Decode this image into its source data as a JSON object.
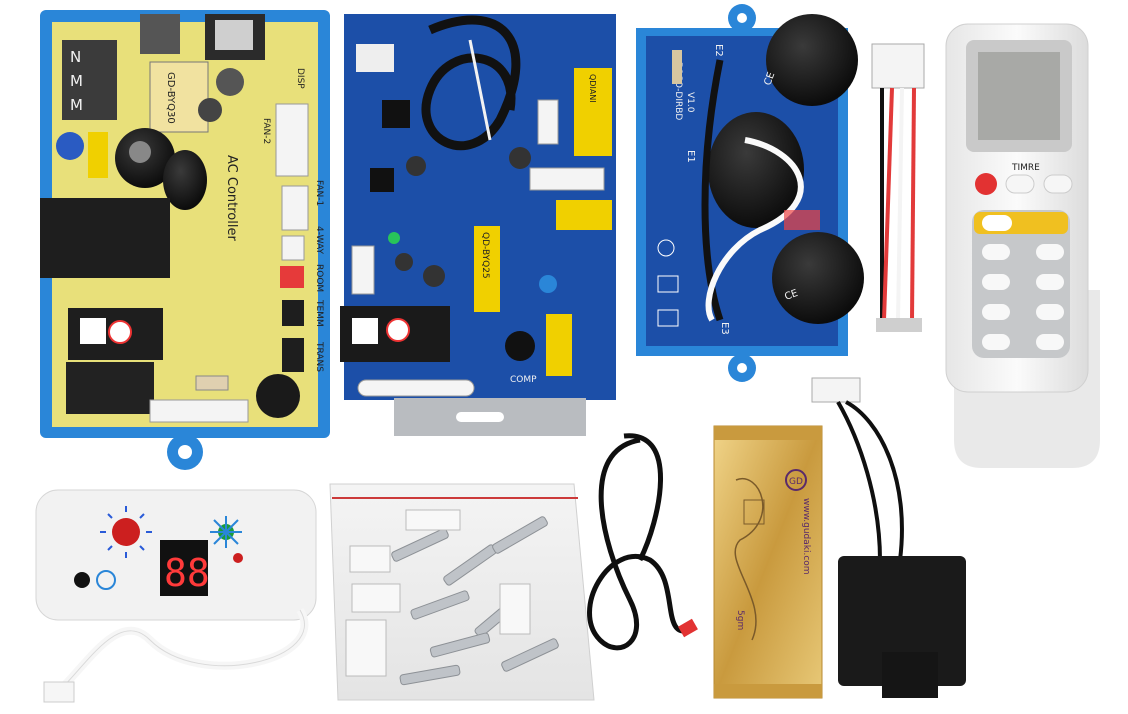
{
  "main_board": {
    "model": "GD-BYQ30",
    "title": "AC Controller",
    "terminals_left": [
      "N",
      "M",
      "M"
    ],
    "ports": [
      "DISP",
      "FAN-2",
      "FAN-1",
      "4-WAY",
      "ROOM",
      "TEMM",
      "TRANS"
    ]
  },
  "display_board": {
    "model": "QD-BYQ25",
    "brand": "QDIANI",
    "port": "COMP"
  },
  "cap_board": {
    "version": "V1.0",
    "code": "BOSO-DIRBD",
    "marks": [
      "E1",
      "E2",
      "E3"
    ],
    "cap_mark": "CE"
  },
  "remote": {
    "mode_text": "TIMRE"
  },
  "paste_packet": {
    "logo": "GD",
    "url": "www.gudaki.com",
    "weight": "5gm"
  },
  "display_panel": {
    "digits": "88"
  },
  "colors": {
    "pcb_yellow": "#e8e07a",
    "pcb_blue": "#1c4fa8",
    "housing_blue": "#2a86d8",
    "gold": "#d9b35a"
  }
}
